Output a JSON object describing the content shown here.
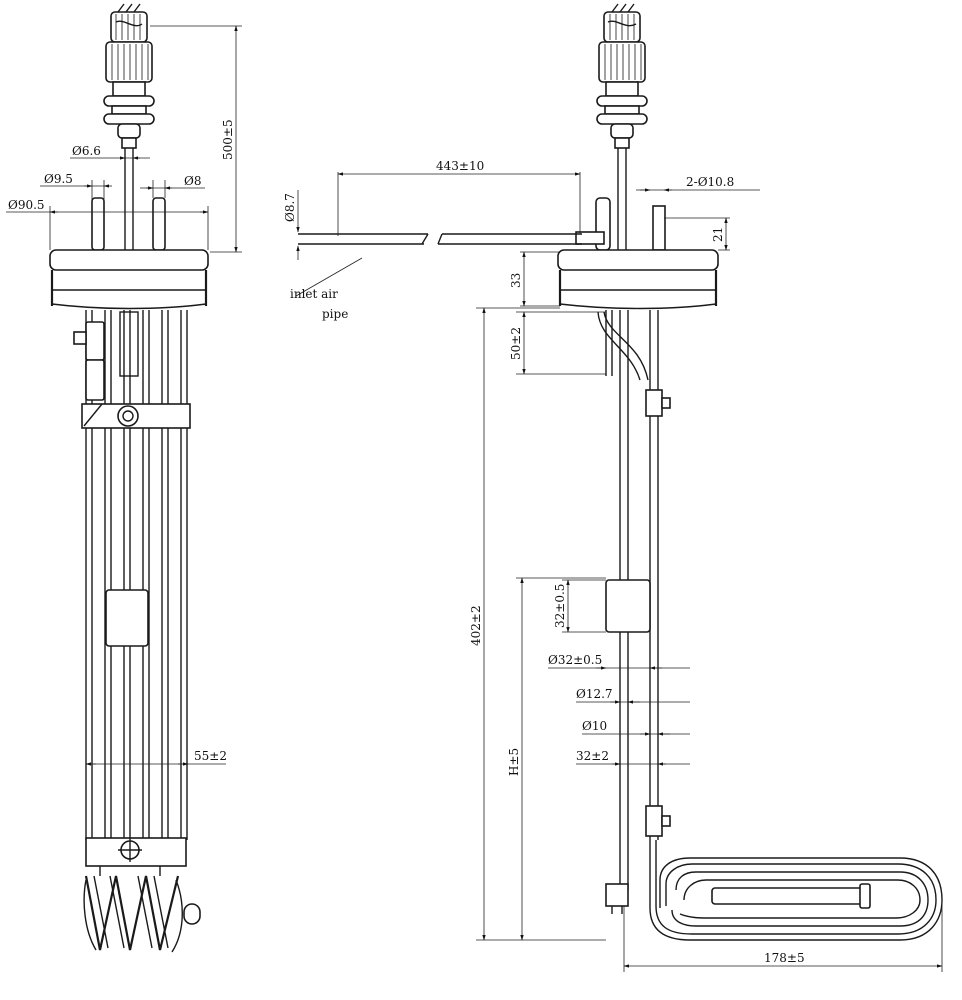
{
  "left_view": {
    "dims": {
      "d_6_6": "Ø6.6",
      "d_9_5": "Ø9.5",
      "d_8": "Ø8",
      "d_90_5": "Ø90.5",
      "len_500": "500±5",
      "w_55": "55±2"
    }
  },
  "right_view": {
    "dims": {
      "len_443": "443±10",
      "d_8_7": "Ø8.7",
      "holes_2_10_8": "2-Ø10.8",
      "h_21": "21",
      "h_33": "33",
      "h_50": "50±2",
      "h_402": "402±2",
      "h_32": "32±0.5",
      "d_32": "Ø32±0.5",
      "d_12_7": "Ø12.7",
      "d_10": "Ø10",
      "w_32": "32±2",
      "h_H": "H±5",
      "w_178": "178±5"
    },
    "annotation": {
      "line1": "inlet air",
      "line2": "pipe"
    }
  }
}
